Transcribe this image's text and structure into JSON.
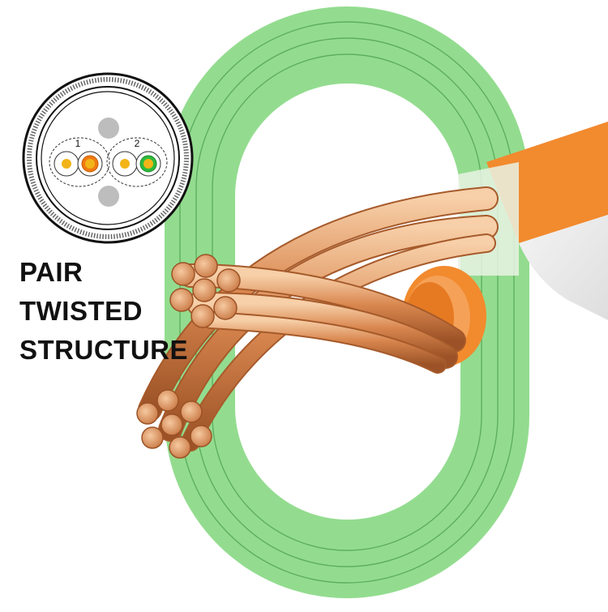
{
  "caption": {
    "line1": "PAIR",
    "line2": "TWISTED",
    "line3": "STRUCTURE"
  },
  "cross_section": {
    "pair_labels": [
      "1",
      "2"
    ]
  },
  "colors": {
    "loop_green": "#93dc8f",
    "loop_line": "#5aa95a",
    "copper": "#d9874f",
    "copper_light": "#f5c39a",
    "copper_dark": "#a85a2a",
    "orange_jacket": "#f28a2e",
    "core_orange": "#f07a12",
    "core_green": "#2dbb3c",
    "core_yellow": "#f2b418",
    "filler_grey": "#bdbdbd"
  }
}
